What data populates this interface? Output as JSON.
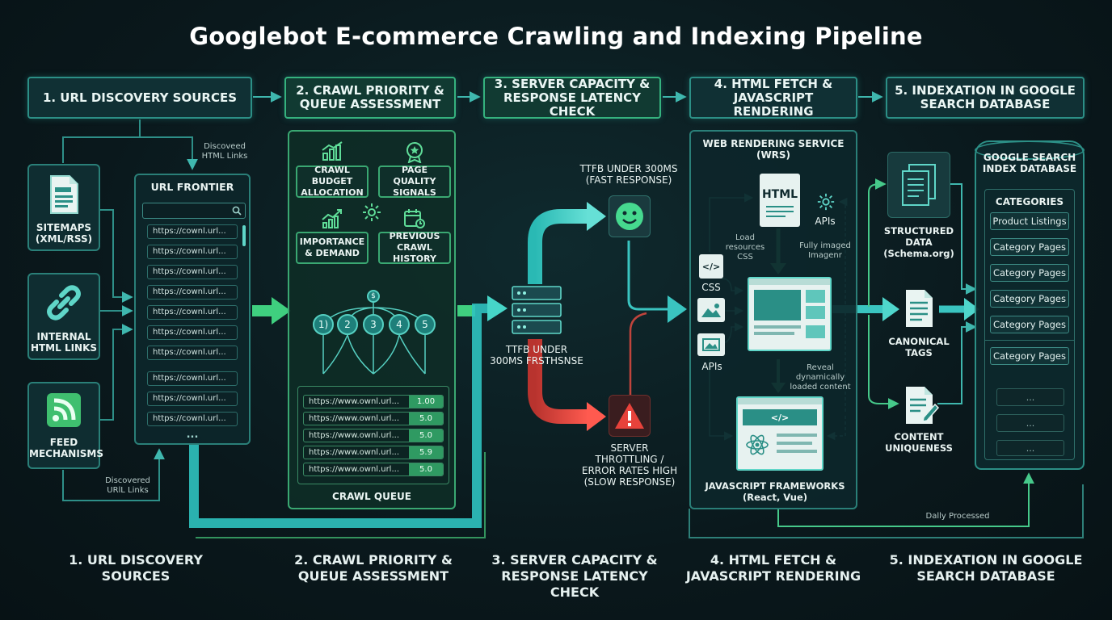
{
  "title": "Googlebot E-commerce Crawling and Indexing Pipeline",
  "stages": [
    {
      "label": "1. URL DISCOVERY SOURCES"
    },
    {
      "label": "2. CRAWL PRIORITY & QUEUE ASSESSMENT"
    },
    {
      "label": "3. SERVER CAPACITY & RESPONSE LATENCY CHECK"
    },
    {
      "label": "4. HTML FETCH & JAVASCRIPT RENDERING"
    },
    {
      "label": "5. INDEXATION IN GOOGLE SEARCH DATABASE"
    }
  ],
  "discovery": {
    "sources": [
      {
        "label": "SITEMAPS (XML/RSS)",
        "icon": "sitemap-file-icon"
      },
      {
        "label": "INTERNAL HTML LINKS",
        "icon": "link-icon"
      },
      {
        "label": "FEED MECHANISMS",
        "icon": "rss-feed-icon"
      }
    ],
    "discovered_html_links": "Discoveed HTML Links",
    "discovered_url_links": "Discovered URlL Links"
  },
  "url_frontier": {
    "title": "URL FRONTIER",
    "rows": [
      "https://cownl.url...",
      "https://cownl.url...",
      "https://cownl.url...",
      "https://cownl.url...",
      "https://cownl.url...",
      "https://cownl.url...",
      "https://cownl.url...",
      "https://cownl.url...",
      "https://cownl.url...",
      "https://cownl.url..."
    ],
    "more": "..."
  },
  "priority": {
    "factors": [
      {
        "label": "CRAWL BUDGET ALLOCATION",
        "icon": "bar-chart-icon"
      },
      {
        "label": "PAGE QUALITY SIGNALS",
        "icon": "quality-badge-icon"
      },
      {
        "label": "IMPORTANCE & DEMAND",
        "icon": "trend-chart-icon"
      },
      {
        "label": "PREVIOUS CRAWL HISTORY",
        "icon": "calendar-clock-icon"
      }
    ],
    "tree_nodes": [
      "1)",
      "2",
      "3",
      "4",
      "5"
    ],
    "tree_root": "$",
    "queue_title": "CRAWL QUEUE",
    "queue": [
      {
        "url": "https://www.ownl.url...",
        "score": "1.00"
      },
      {
        "url": "https://www.ownl.url...",
        "score": "5.0"
      },
      {
        "url": "https://www.ownl.url...",
        "score": "5.0"
      },
      {
        "url": "https://www.ownl.url...",
        "score": "5.9"
      },
      {
        "url": "https://www.ownl.url...",
        "score": "5.0"
      }
    ]
  },
  "server": {
    "fast": "TTFB UNDER 300MS (FAST RESPONSE)",
    "server_label": "TTFB UNDER 300MS FRSTHSNSE",
    "slow": "SERVER THROTTLING / ERROR RATES HIGH (SLOW RESPONSE)"
  },
  "render": {
    "wrs_title": "WEB RENDERING SERVICE (WRS)",
    "html": "HTML",
    "apis_top": "APIs",
    "load_resources": "Load resources CSS",
    "fully_imaged": "Fully imaged Imagenr",
    "css": "CSS",
    "apis_left": "APIs",
    "reveal": "Reveal dynamically loaded content",
    "js_title": "JAVASCRIPT FRAMEWORKS (React, Vue)",
    "code_glyph": "</>"
  },
  "index": {
    "signals": [
      {
        "label": "STRUCTURED DATA (Schema.org)",
        "icon": "structured-data-icon"
      },
      {
        "label": "CANONICAL TAGS",
        "icon": "canonical-doc-icon"
      },
      {
        "label": "CONTENT UNIQUENESS",
        "icon": "content-edit-icon"
      }
    ],
    "db_title": "GOOGLE SEARCH INDEX DATABASE",
    "categories_title": "CATEGORIES",
    "categories": [
      "Product Listings",
      "Category Pages",
      "Category Pages",
      "Category Pages",
      "Category Pages",
      "Category Pages"
    ],
    "placeholders": [
      "...",
      "...",
      "..."
    ],
    "daily": "Dally Processed"
  },
  "bottom_labels": [
    "1. URL DISCOVERY SOURCES",
    "2. CRAWL PRIORITY & QUEUE ASSESSMENT",
    "3. SERVER CAPACITY & RESPONSE LATENCY CHECK",
    "4. HTML FETCH & JAVASCRIPT RENDERING",
    "5. INDEXATION IN GOOGLE SEARCH DATABASE"
  ],
  "colors": {
    "teal": "#2fc3c0",
    "green": "#3fcf7f",
    "red": "#e0453f",
    "accent": "#56d0c2"
  }
}
